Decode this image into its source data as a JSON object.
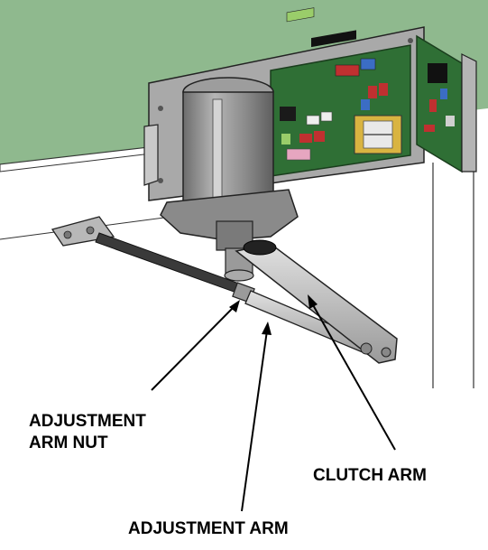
{
  "labels": {
    "adjustment_arm_nut_line1": "ADJUSTMENT",
    "adjustment_arm_nut_line2": "ARM NUT",
    "clutch_arm": "CLUTCH ARM",
    "adjustment_arm": "ADJUSTMENT ARM"
  },
  "colors": {
    "wall_green": "#8fb98e",
    "plate_gray": "#a9a9a9",
    "motor_gray": "#8c8c8c",
    "pcb_green": "#2f6f35",
    "arm_gray": "#c4c4c4",
    "rod_black": "#3a3a3a",
    "transformer_yellow": "#d9b441"
  }
}
